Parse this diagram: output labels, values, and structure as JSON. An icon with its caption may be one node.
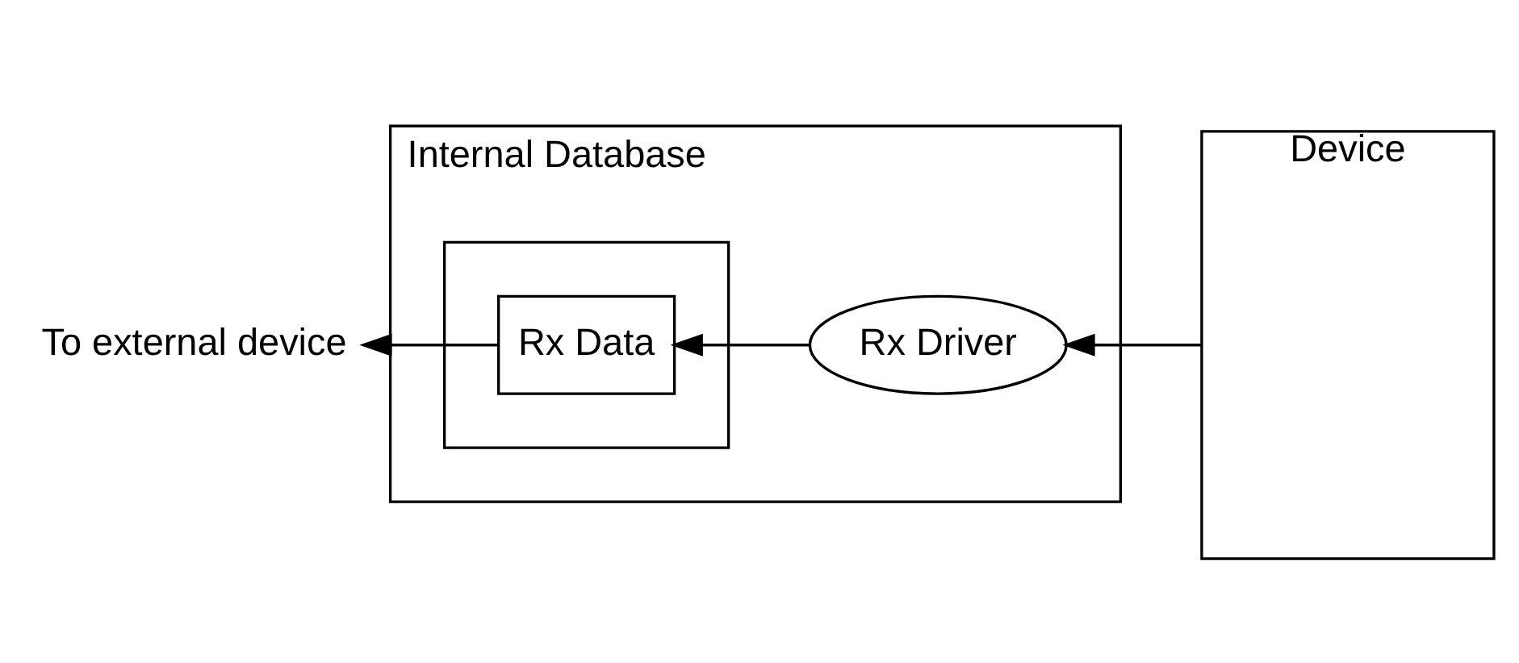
{
  "diagram": {
    "nodes": [
      {
        "text": [
          "Internal Database"
        ]
      },
      {
        "text": [],
        "shape": "box",
        "in": 0
      },
      {
        "text": [
          "Rx Data"
        ],
        "in": 1
      },
      {
        "text": [
          "Rx Driver"
        ],
        "in": 0
      },
      {
        "text": [
          "Device"
        ]
      },
      {
        "text": [
          "To external device"
        ]
      }
    ],
    "edges": [
      {
        "from": 4,
        "to": 3,
        "arrow": "to"
      },
      {
        "from": 3,
        "to": 2,
        "arrow": "to"
      },
      {
        "from": 2,
        "to": 5,
        "arrow": "to"
      }
    ]
  }
}
